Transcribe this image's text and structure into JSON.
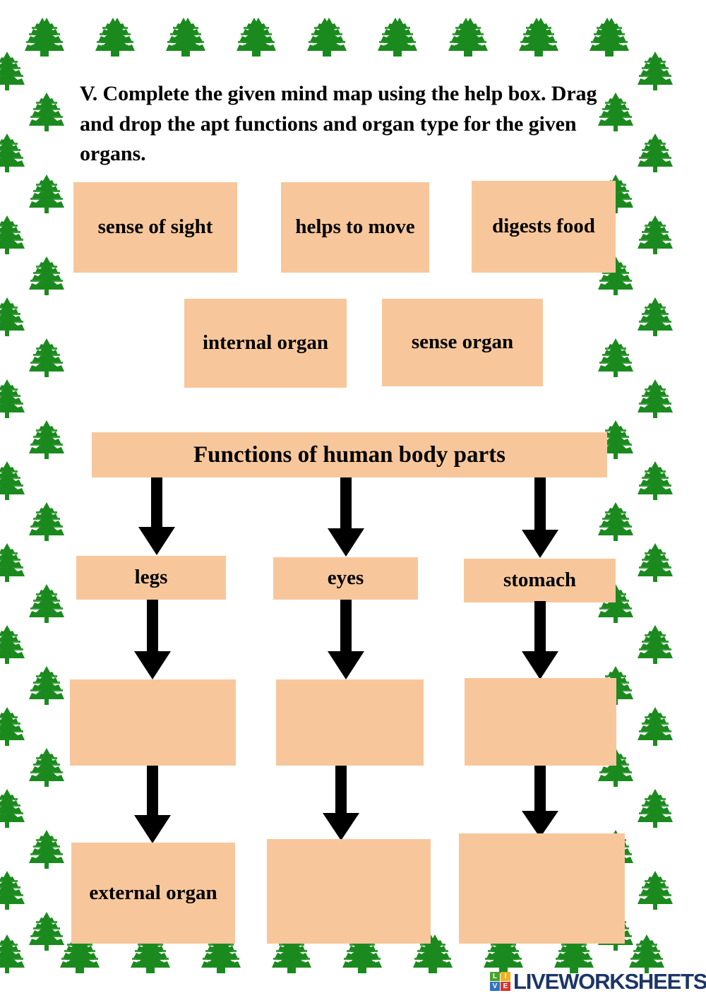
{
  "worksheet": {
    "instruction": "V. Complete the given mind map using the help box. Drag and drop the apt functions and organ type for the given organs.",
    "colors": {
      "box_fill": "#F7C79B",
      "tree_green": "#1B8A1E",
      "arrow_black": "#000000",
      "logo_navy": "#1B3668"
    }
  },
  "help_box": {
    "functions": [
      {
        "label": "sense of sight"
      },
      {
        "label": "helps to move"
      },
      {
        "label": "digests food"
      }
    ],
    "organ_types": [
      {
        "label": "internal organ"
      },
      {
        "label": "sense organ"
      }
    ]
  },
  "mind_map": {
    "root": {
      "label": "Functions of human body parts"
    },
    "columns": [
      {
        "organ": "legs",
        "function_answer": "",
        "organ_type_answer": "external organ"
      },
      {
        "organ": "eyes",
        "function_answer": "",
        "organ_type_answer": ""
      },
      {
        "organ": "stomach",
        "function_answer": "",
        "organ_type_answer": ""
      }
    ]
  },
  "footer": {
    "logo_tiles": [
      {
        "letter": "L",
        "color": "#4CA22F"
      },
      {
        "letter": "I",
        "color": "#F2B01E"
      },
      {
        "letter": "V",
        "color": "#2E74C0"
      },
      {
        "letter": "E",
        "color": "#D9352B"
      }
    ],
    "brand": "LIVEWORKSHEETS"
  }
}
